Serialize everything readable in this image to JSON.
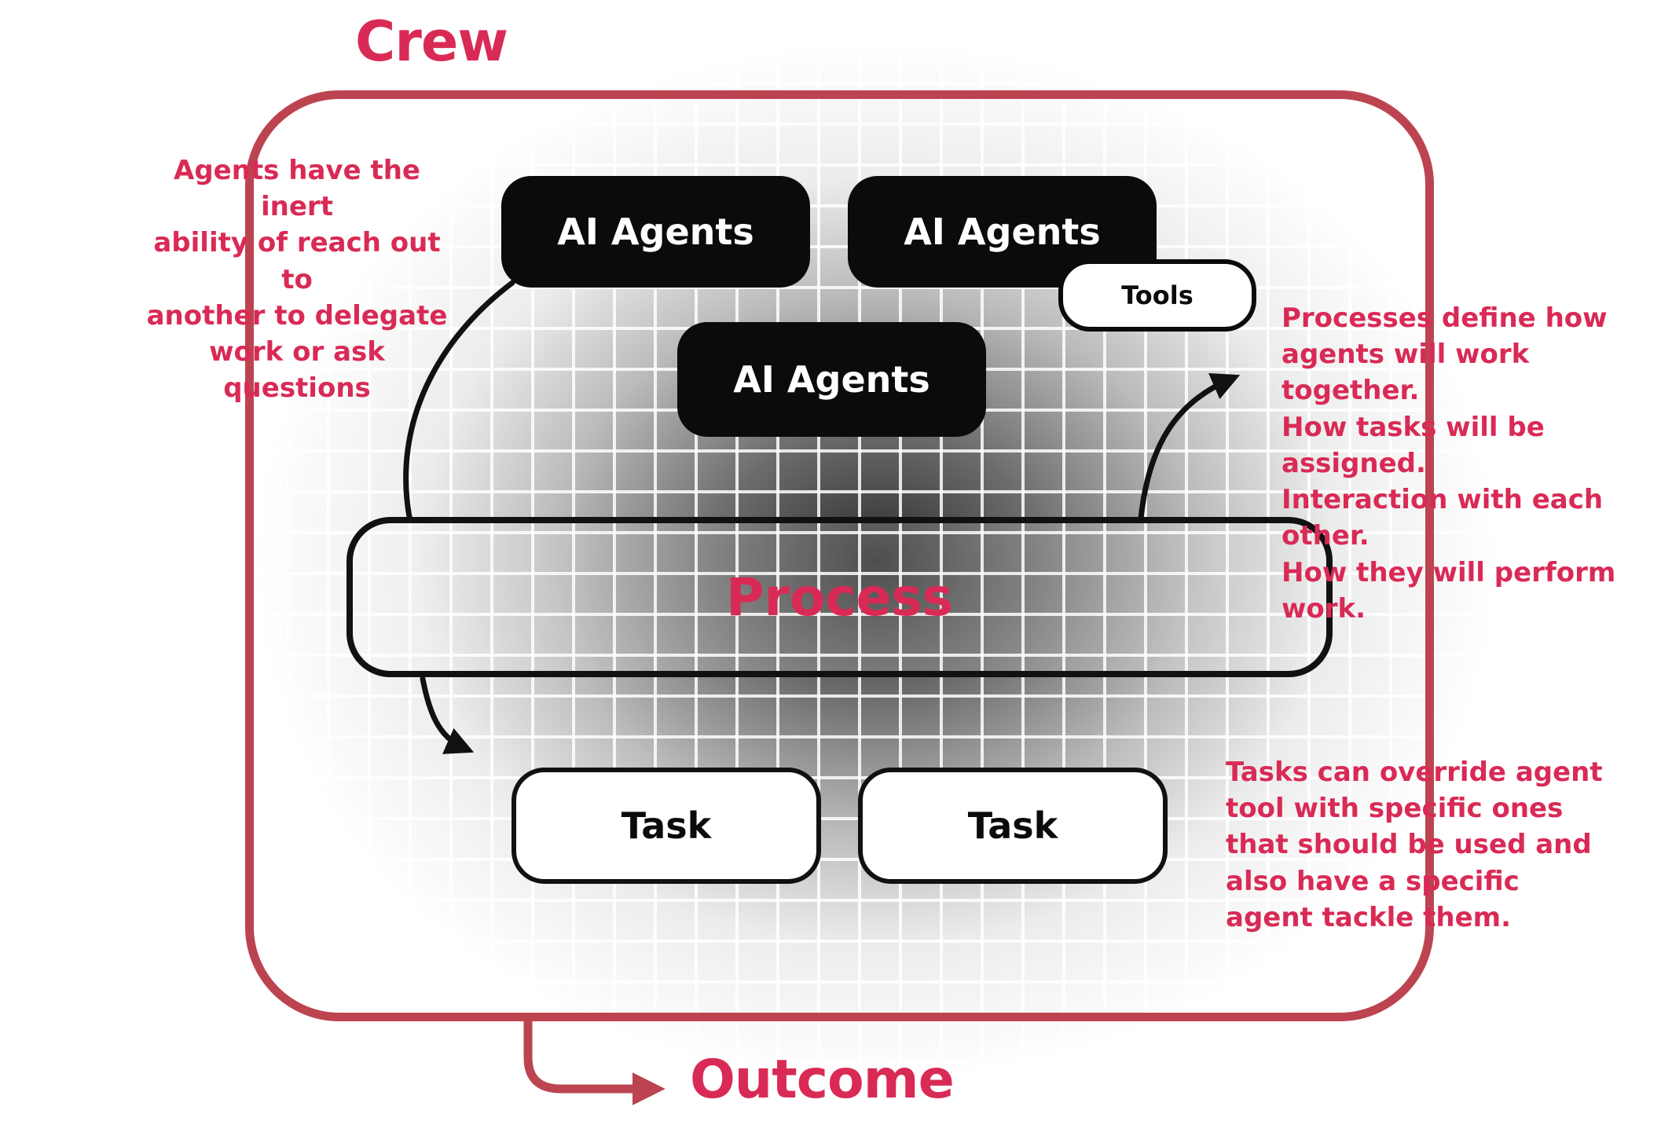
{
  "colors": {
    "accent": "#d92a55",
    "boundary": "#bc4450",
    "node_black": "#0b0b0b",
    "node_white": "#ffffff"
  },
  "crew": {
    "label": "Crew"
  },
  "nodes": {
    "agent1": {
      "label": "AI Agents"
    },
    "agent2": {
      "label": "AI Agents"
    },
    "agent3": {
      "label": "AI Agents"
    },
    "tools": {
      "label": "Tools"
    },
    "process": {
      "label": "Process"
    },
    "task1": {
      "label": "Task"
    },
    "task2": {
      "label": "Task"
    }
  },
  "annotations": {
    "left": "Agents have the inert\nability of reach out to\nanother to delegate\nwork or ask questions",
    "process_note": "Processes define how\nagents will work together.\nHow tasks will be assigned.\nInteraction with each other.\nHow they will perform work.",
    "tasks_note": "Tasks can override agent\ntool with specific ones\nthat should be used and\nalso have a specific\nagent tackle them."
  },
  "outcome": {
    "label": "Outcome"
  }
}
